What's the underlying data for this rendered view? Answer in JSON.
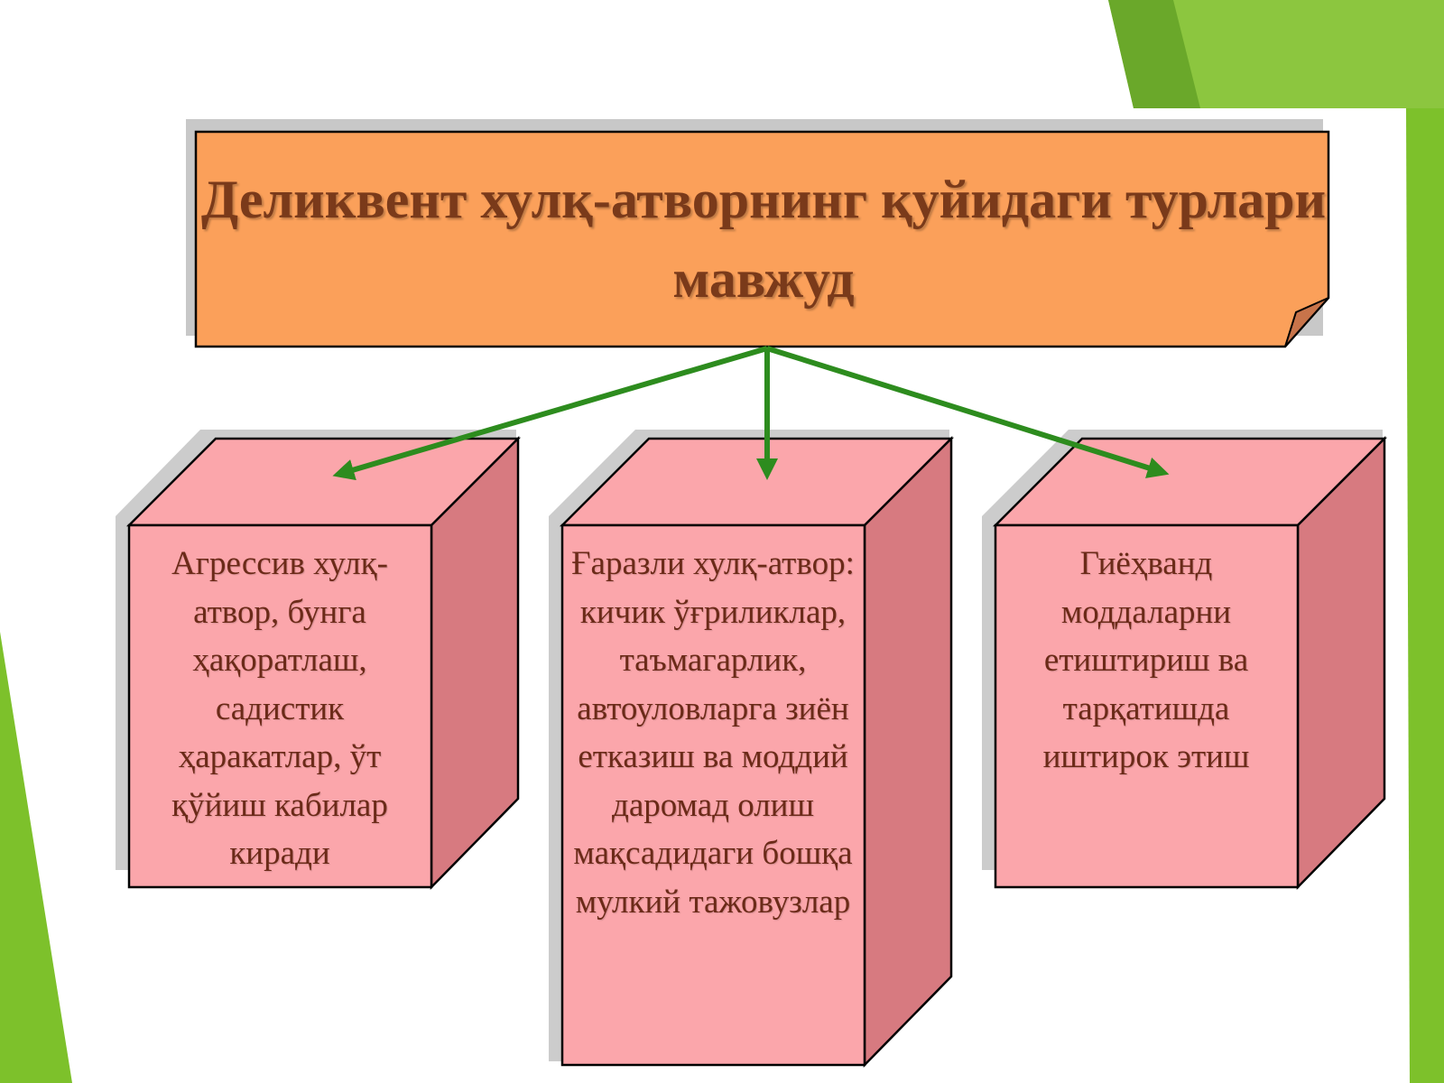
{
  "title": "Деликвент хулқ-атворнинг қуйидаги турлари мавжуд",
  "boxes": [
    {
      "text": "Агрессив хулқ-атвор, бунга ҳақоратлаш, садистик ҳаракатлар, ўт қўйиш кабилар киради"
    },
    {
      "text": "Ғаразли хулқ-атвор: кичик ўғриликлар, таъмагарлик, автоуловларга зиён етказиш ва моддий даромад олиш мақсадидаги бошқа мулкий тажовузлар"
    },
    {
      "text": "Гиёҳванд моддаларни етиштириш ва тарқатишда иштирок этиш"
    }
  ],
  "colors": {
    "title_fill": "#fba05a",
    "title_text": "#7a3a1a",
    "box_front": "#fba6ab",
    "box_side": "#d77a80",
    "arrow": "#2d8c1e",
    "green_accent": "#7dc12b"
  }
}
